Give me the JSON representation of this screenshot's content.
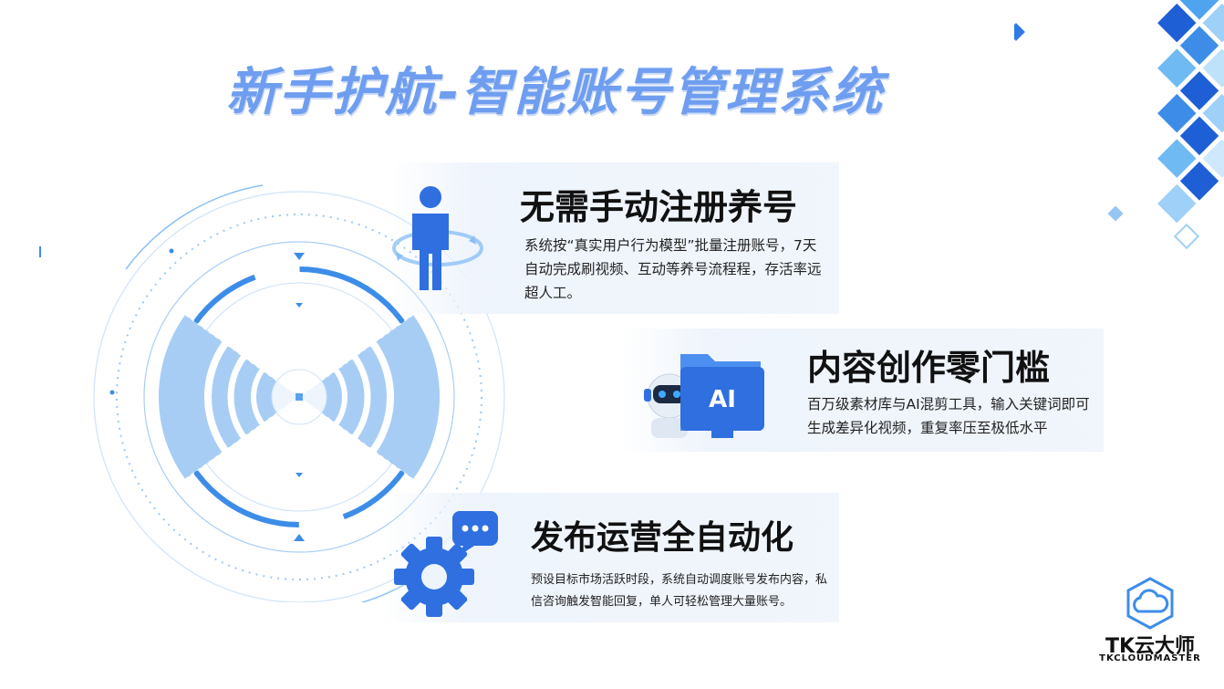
{
  "title": "新手护航-智能账号管理系统",
  "features": [
    {
      "heading": "无需手动注册养号",
      "description": "系统按“真实用户行为模型”批量注册账号，7天自动完成刷视频、互动等养号流程程，存活率远超人工。",
      "icon": "person-rotate-icon"
    },
    {
      "heading": "内容创作零门槛",
      "description": "百万级素材库与AI混剪工具，输入关键词即可生成差异化视频，重复率压至极低水平",
      "icon": "ai-robot-folder-icon",
      "icon_label": "AI"
    },
    {
      "heading": "发布运营全自动化",
      "description": "预设目标市场活跃时段，系统自动调度账号发布内容，私信咨询触发智能回复，单人可轻松管理大量账号。",
      "icon": "gear-chat-icon"
    }
  ],
  "logo": {
    "name": "TK云大师",
    "subtitle": "TKCLOUDMASTER",
    "icon": "cloud-hexagon-icon"
  },
  "colors": {
    "title": "#6f9ef0",
    "accent": "#2f6fe0",
    "light_accent": "#8cc0f5",
    "card_bg": "#eef4fc"
  }
}
